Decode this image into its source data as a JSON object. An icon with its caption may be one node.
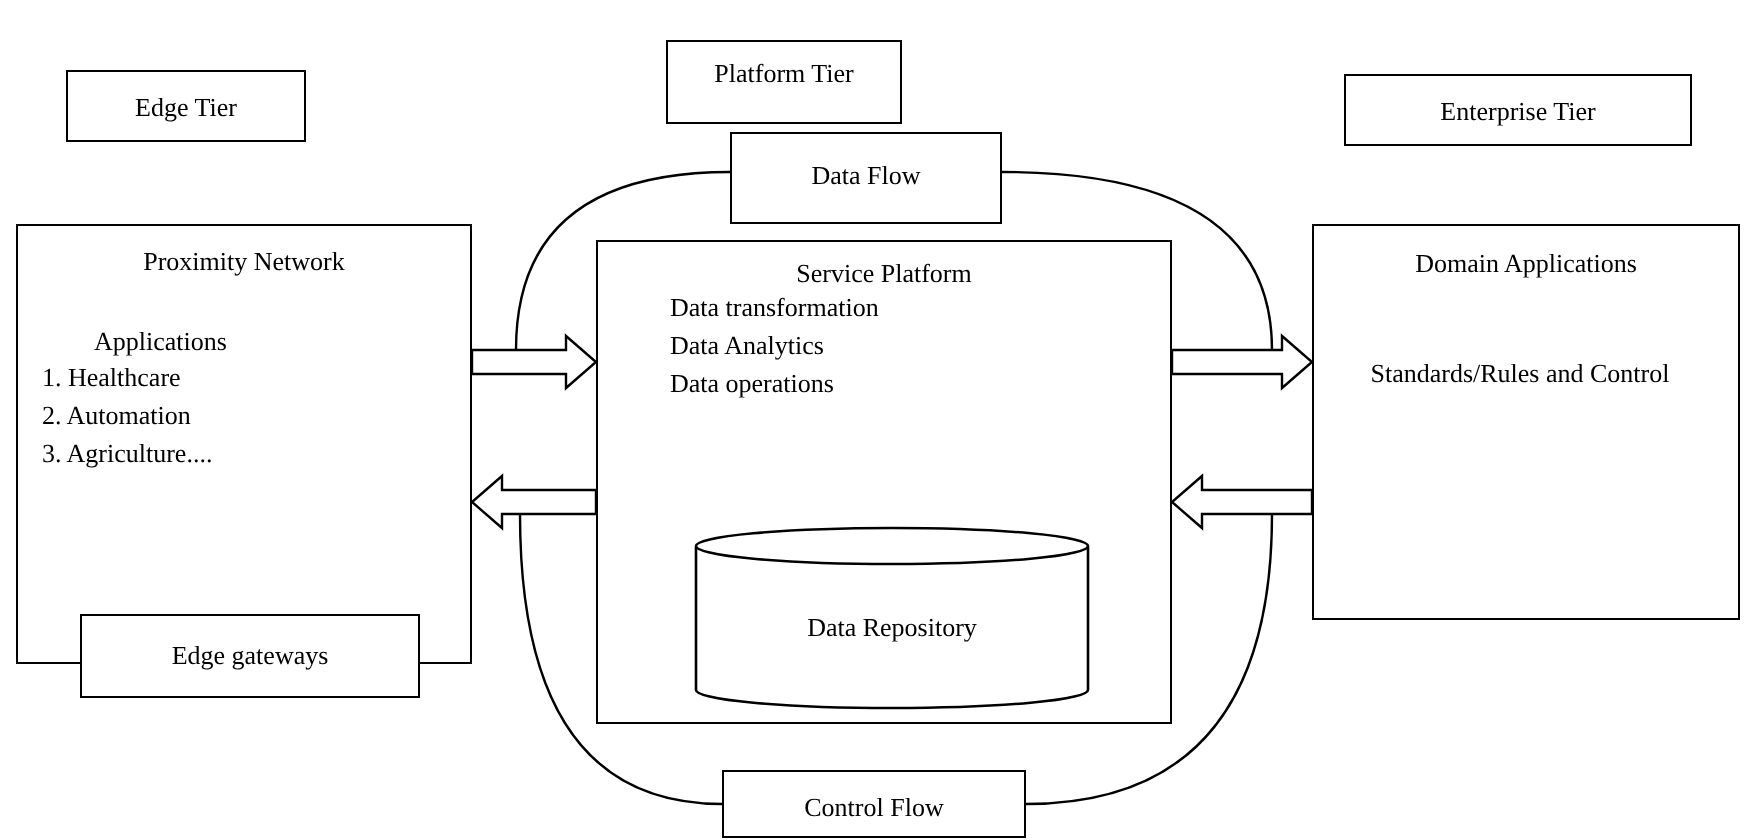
{
  "diagram": {
    "nodes": [
      {
        "text": [
          "Edge Tier"
        ]
      },
      {
        "text": [
          "Platform Tier"
        ]
      },
      {
        "text": [
          "Enterprise Tier"
        ]
      },
      {
        "text": [
          "Proximity Network",
          "Applications",
          "1. Healthcare",
          "2. Automation",
          "3. Agriculture...."
        ]
      },
      {
        "text": [
          "Edge gateways"
        ]
      },
      {
        "text": [
          "Data Flow"
        ]
      },
      {
        "text": [
          "Service Platform",
          "Data transformation",
          "Data Analytics",
          "Data operations"
        ]
      },
      {
        "text": [
          "Data Repository"
        ],
        "in": 6
      },
      {
        "text": [
          "Domain Applications",
          "Standards/Rules and Control"
        ]
      },
      {
        "text": [
          "Control Flow"
        ]
      }
    ],
    "edges": [
      {
        "from": 3,
        "to": 6,
        "arrow": "to"
      },
      {
        "from": 6,
        "to": 3,
        "arrow": "to"
      },
      {
        "from": 6,
        "to": 8,
        "arrow": "to"
      },
      {
        "from": 8,
        "to": 6,
        "arrow": "to"
      },
      {
        "from": 5,
        "to": null,
        "arrow": "none"
      },
      {
        "from": 5,
        "to": null,
        "arrow": "none"
      },
      {
        "from": 9,
        "to": null,
        "arrow": "none"
      },
      {
        "from": 9,
        "to": null,
        "arrow": "none"
      }
    ]
  }
}
